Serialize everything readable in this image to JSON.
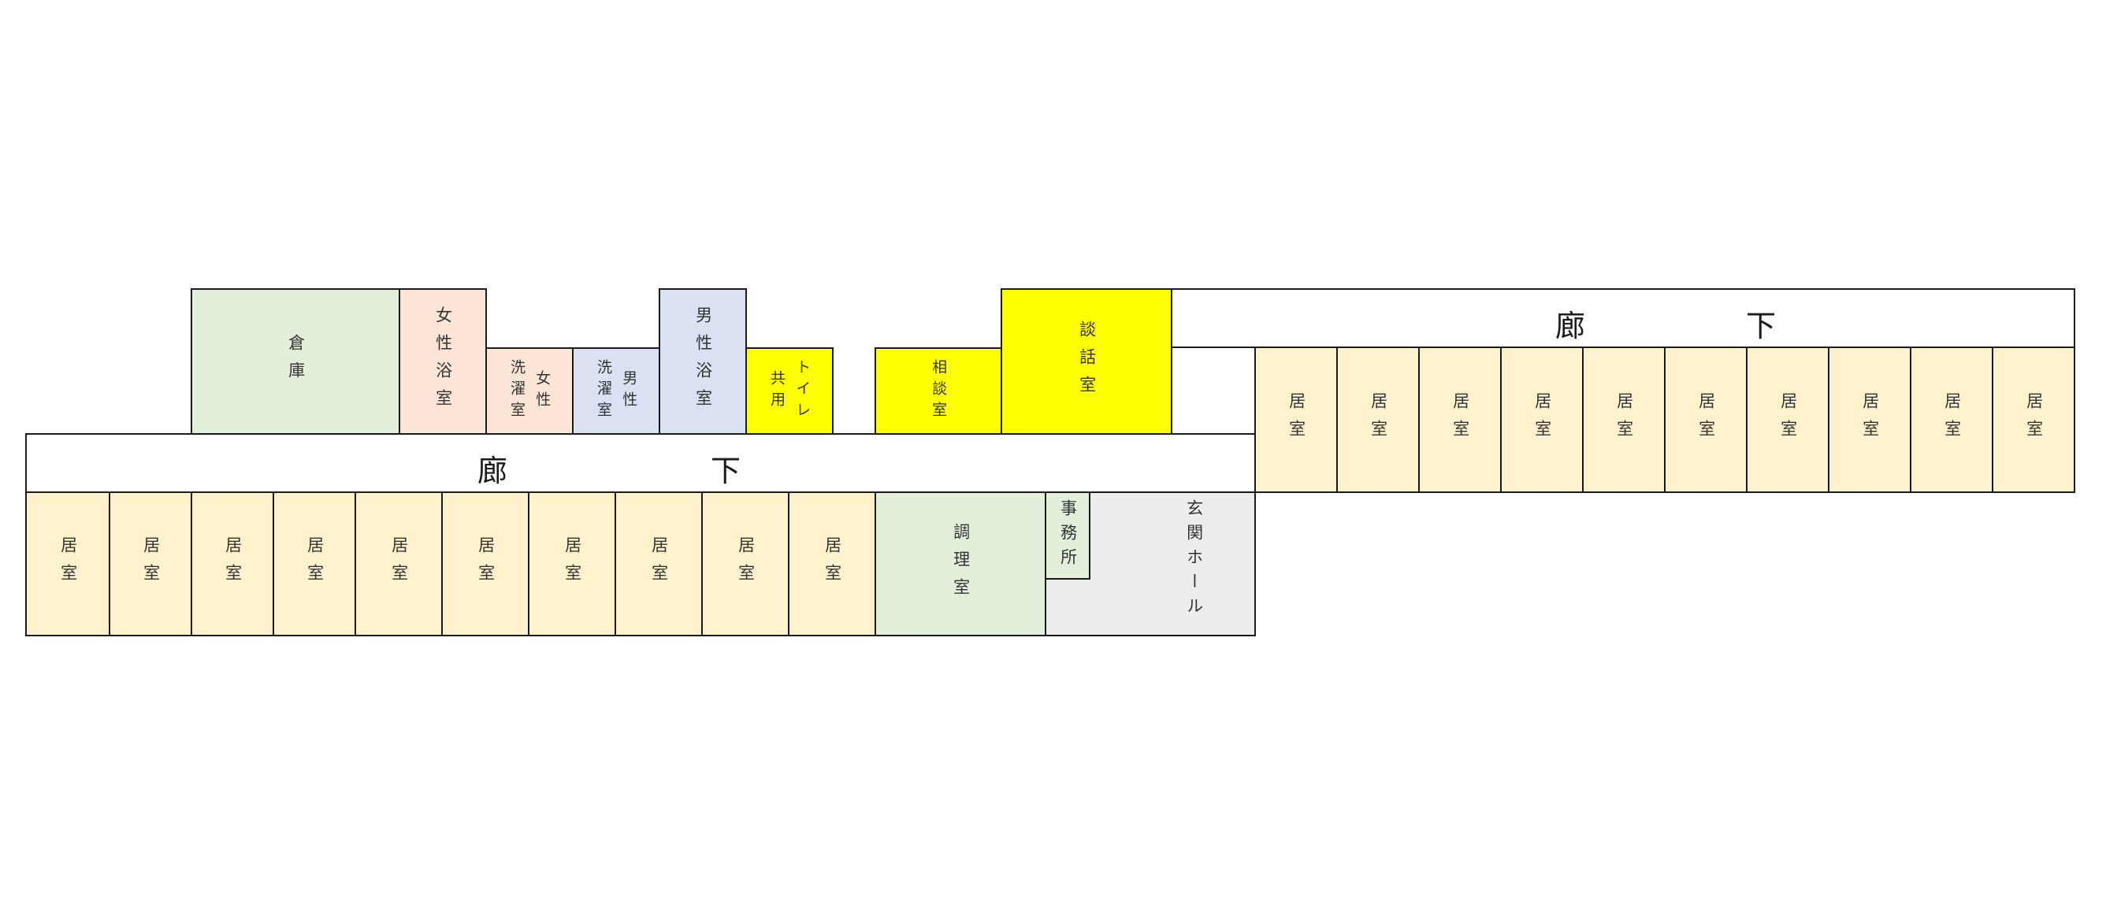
{
  "colors": {
    "room": "#fff2cc",
    "storage": "#e2efda",
    "women": "#fce4d6",
    "men": "#d9e1f2",
    "common": "#ffff00",
    "hall": "#ededed",
    "corridor": "#ffffff"
  },
  "corridor": {
    "left": "廊",
    "right": "下"
  },
  "storage": "倉庫",
  "women_bath": "女性浴室",
  "women_laundry": {
    "a": "洗濯室",
    "b": "女性"
  },
  "men_laundry": {
    "a": "男性",
    "b": "洗濯室"
  },
  "men_bath": "男性浴室",
  "toilet": {
    "a": "トイレ",
    "b": "共用"
  },
  "consult": "相談室",
  "talk": "談話室",
  "kitchen": "調理室",
  "office": "事務所",
  "entrance": "玄関ホール",
  "room_label": "居室"
}
